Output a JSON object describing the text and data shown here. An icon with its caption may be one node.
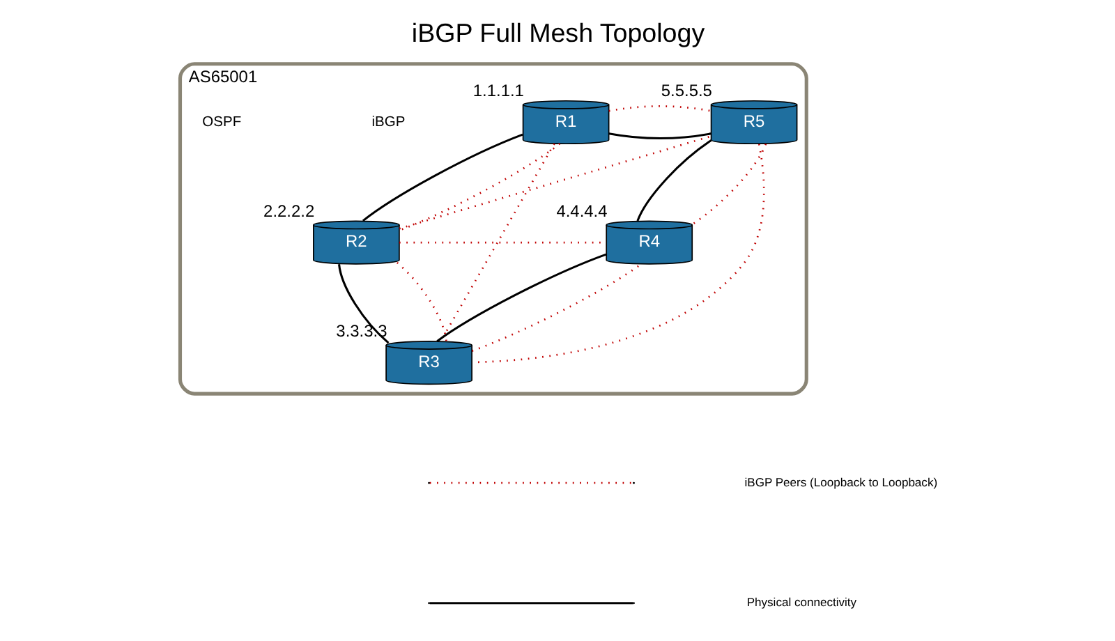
{
  "diagram": {
    "title": "iBGP Full Mesh Topology",
    "nodes": [
      {
        "text": [
          "AS65001"
        ]
      },
      {
        "text": [
          "R5"
        ],
        "beside": [
          "5.5.5.5"
        ],
        "in": 0
      },
      {
        "text": [
          "R1"
        ],
        "beside": [
          "1.1.1.1"
        ],
        "in": 0
      },
      {
        "text": [
          "R4"
        ],
        "beside": [
          "4.4.4.4"
        ],
        "in": 0
      },
      {
        "text": [
          "R2"
        ],
        "beside": [
          "2.2.2.2"
        ],
        "in": 0
      },
      {
        "text": [
          "R3"
        ],
        "beside": [
          "3.3.3.3"
        ],
        "in": 0
      }
    ],
    "edges": [
      {
        "from": 2,
        "to": 1,
        "arrow": "none",
        "color": "#000000"
      },
      {
        "from": 2,
        "to": 4,
        "arrow": "none",
        "color": "#000000"
      },
      {
        "from": 1,
        "to": 3,
        "arrow": "none",
        "color": "#000000"
      },
      {
        "from": 3,
        "to": 5,
        "arrow": "none",
        "color": "#000000"
      },
      {
        "from": 4,
        "to": 5,
        "arrow": "none",
        "color": "#000000"
      },
      {
        "from": 2,
        "to": 1,
        "arrow": "none",
        "style": "dashed",
        "color": "#c00000"
      },
      {
        "from": 2,
        "to": 4,
        "arrow": "none",
        "style": "dashed",
        "color": "#c00000"
      },
      {
        "from": 2,
        "to": 5,
        "arrow": "none",
        "style": "dashed",
        "color": "#c00000"
      },
      {
        "from": 4,
        "to": 1,
        "arrow": "none",
        "style": "dashed",
        "color": "#c00000"
      },
      {
        "from": 4,
        "to": 3,
        "arrow": "none",
        "style": "dashed",
        "color": "#c00000"
      },
      {
        "from": 4,
        "to": 5,
        "arrow": "none",
        "style": "dashed",
        "color": "#c00000"
      },
      {
        "from": 1,
        "to": 5,
        "arrow": "none",
        "style": "dashed",
        "color": "#c00000"
      },
      {
        "from": 1,
        "to": 3,
        "arrow": "none",
        "style": "dashed",
        "color": "#c00000"
      },
      {
        "from": 5,
        "to": 3,
        "arrow": "none",
        "style": "dashed",
        "color": "#c00000"
      }
    ],
    "labels": [
      "iBGP",
      "OSPF"
    ],
    "legend": [
      {
        "text": "iBGP Peers (Loopback to Loopback)"
      },
      {
        "text": "Physical connectivity"
      }
    ]
  }
}
